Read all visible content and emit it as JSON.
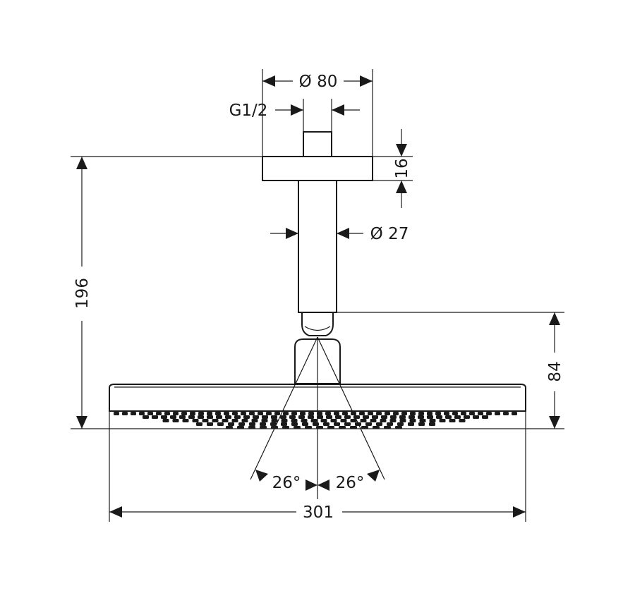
{
  "dimensions": {
    "flange_diameter": "Ø 80",
    "thread": "G1/2",
    "flange_height": "16",
    "arm_diameter": "Ø 27",
    "total_height": "196",
    "head_height": "84",
    "spray_angle_left": "26°",
    "spray_angle_right": "26°",
    "head_width": "301"
  },
  "colors": {
    "line": "#1a1a1a",
    "background": "#ffffff"
  }
}
